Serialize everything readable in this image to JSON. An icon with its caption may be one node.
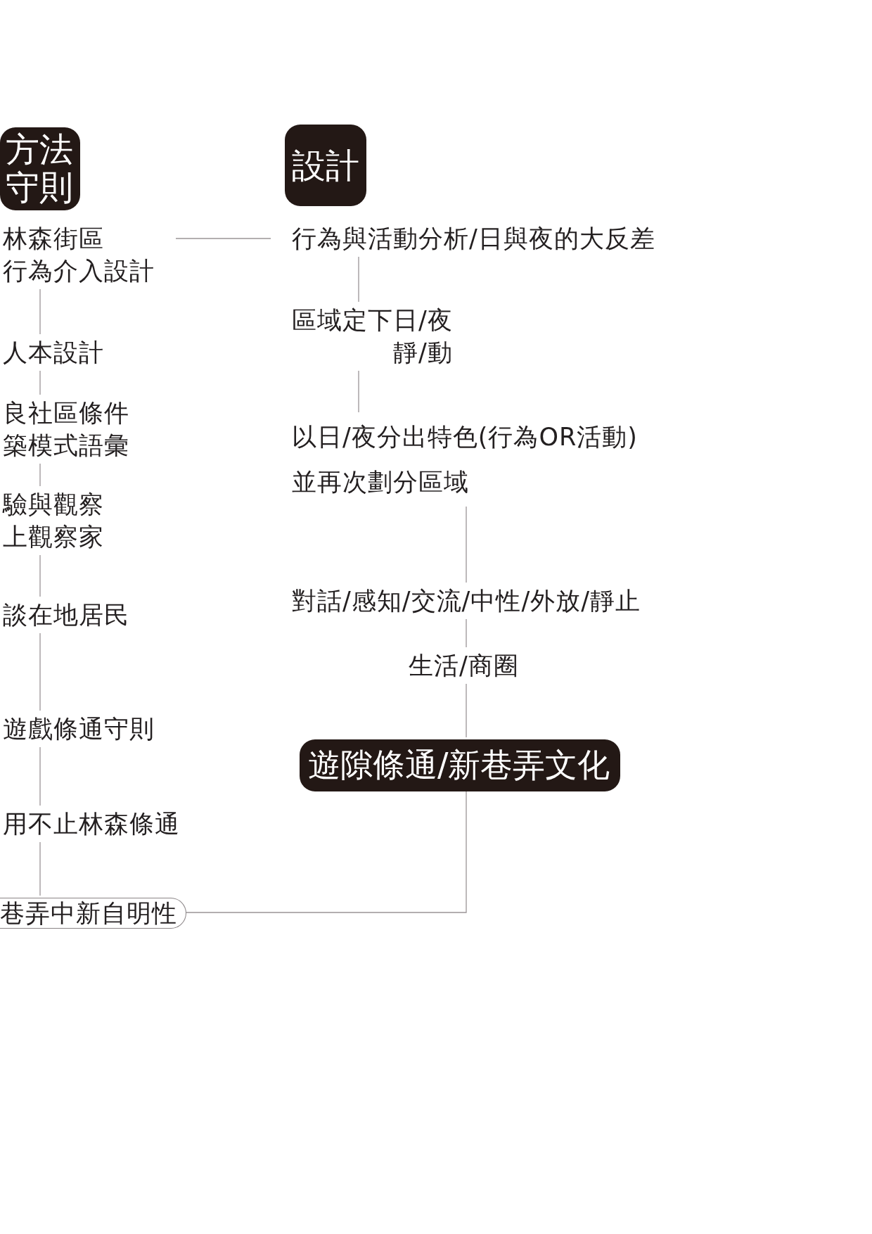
{
  "diagram": {
    "nodes": [
      {
        "text": [
          "方法守則"
        ]
      },
      {
        "text": [
          "設計"
        ]
      },
      {
        "text": [
          "林森街區行為介入設計"
        ]
      },
      {
        "text": [
          "人本設計"
        ]
      },
      {
        "text": [
          "良社區條件築模式語彙"
        ]
      },
      {
        "text": [
          "驗與觀察上觀察家"
        ]
      },
      {
        "text": [
          "談在地居民"
        ]
      },
      {
        "text": [
          "遊戲條通守則"
        ]
      },
      {
        "text": [
          "用不止林森條通"
        ]
      },
      {
        "text": [
          "巷弄中新自明性"
        ]
      },
      {
        "text": [
          "行為與活動分析/日與夜的大反差"
        ]
      },
      {
        "text": [
          "區域定下日/夜靜/動"
        ]
      },
      {
        "text": [
          "以日/夜分出特色(行為OR活動)並再次劃分區域"
        ]
      },
      {
        "text": [
          "對話/感知/交流/中性/外放/靜止"
        ]
      },
      {
        "text": [
          "生活/商圈"
        ]
      },
      {
        "text": [
          "遊隙條通/新巷弄文化"
        ]
      }
    ],
    "edges": [
      {
        "from": 2,
        "to": 10,
        "arrow": "none"
      },
      {
        "from": 2,
        "to": 3,
        "arrow": "none"
      },
      {
        "from": 3,
        "to": 4,
        "arrow": "none"
      },
      {
        "from": 4,
        "to": 5,
        "arrow": "none"
      },
      {
        "from": 5,
        "to": 6,
        "arrow": "none"
      },
      {
        "from": 6,
        "to": 7,
        "arrow": "none"
      },
      {
        "from": 7,
        "to": 8,
        "arrow": "none"
      },
      {
        "from": 8,
        "to": 9,
        "arrow": "none"
      },
      {
        "from": 10,
        "to": 11,
        "arrow": "none"
      },
      {
        "from": 11,
        "to": 12,
        "arrow": "none"
      },
      {
        "from": 12,
        "to": 13,
        "arrow": "none"
      },
      {
        "from": 13,
        "to": 14,
        "arrow": "none"
      },
      {
        "from": 14,
        "to": 15,
        "arrow": "none"
      },
      {
        "from": 15,
        "to": 9,
        "arrow": "none"
      }
    ]
  }
}
